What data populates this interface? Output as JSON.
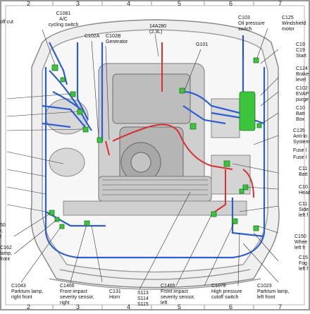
{
  "grid": {
    "top": [
      "2",
      "3",
      "4",
      "5",
      "6",
      "7"
    ],
    "bottom": [
      "2",
      "3",
      "4",
      "5",
      "6",
      "7"
    ],
    "left": [
      "",
      "",
      "",
      "",
      "",
      "",
      "",
      "",
      "",
      "",
      ""
    ],
    "right": [
      "",
      "",
      "",
      "",
      "",
      "",
      "",
      "",
      "",
      "",
      ""
    ]
  },
  "labels": {
    "c1081": "C1081\nA/C\ncycling switch",
    "c102a": "C102A",
    "c102b": "C102B\nGenerator",
    "eng14a280": "14A280\n(2.3L)",
    "c103": "C103\nOil pressure\nswitch",
    "c125": "C125\nWindshield\nmotor",
    "g101": "G101",
    "tl_offcut": "off cut",
    "r_c19": "C19\nC19",
    "r_start": "Start",
    "r_c124": "C124\nBrake\nlevel",
    "r_c102": "C102\nEVAP\npurge",
    "r_c10b": "C10\nBatt\nBox",
    "r_c135": "C135\nAnti-lo\nSystem",
    "r_fuse1": "Fuse l",
    "r_fuse2": "Fuse l",
    "r_c11a": "C11\nBatt",
    "r_c10h": "C10\nHead",
    "r_c11s": "C11\nSide\nleft f",
    "r_c150": "C150\nWhee\nleft fr",
    "r_c15f": "C15\nFog\nleft f",
    "l_50": "50\nr,\nt",
    "l_c162": "C162\nlamp,\nfront",
    "c1043": "C1043\nParkturn lamp,\nright front",
    "c1466": "C1466\nFront impact\nseverity sensor,\nright",
    "c131": "C131\nHorn",
    "s113": "S113\nS114\nS115",
    "c1465": "C1465\nFront impact\nseverity sensor,\nleft",
    "c1078": "C1078\nHigh pressure\ncutoff switch",
    "c1023": "C1023\nParkturn lamp,\nleft front"
  },
  "colors": {
    "wire_blue": "#2e5fd0",
    "wire_red": "#d83030",
    "connector_green": "#3cc43c",
    "body_gray": "#8a8a8a",
    "frame_gray": "#aaaaaa"
  },
  "icons": [
    "connector-icon"
  ]
}
